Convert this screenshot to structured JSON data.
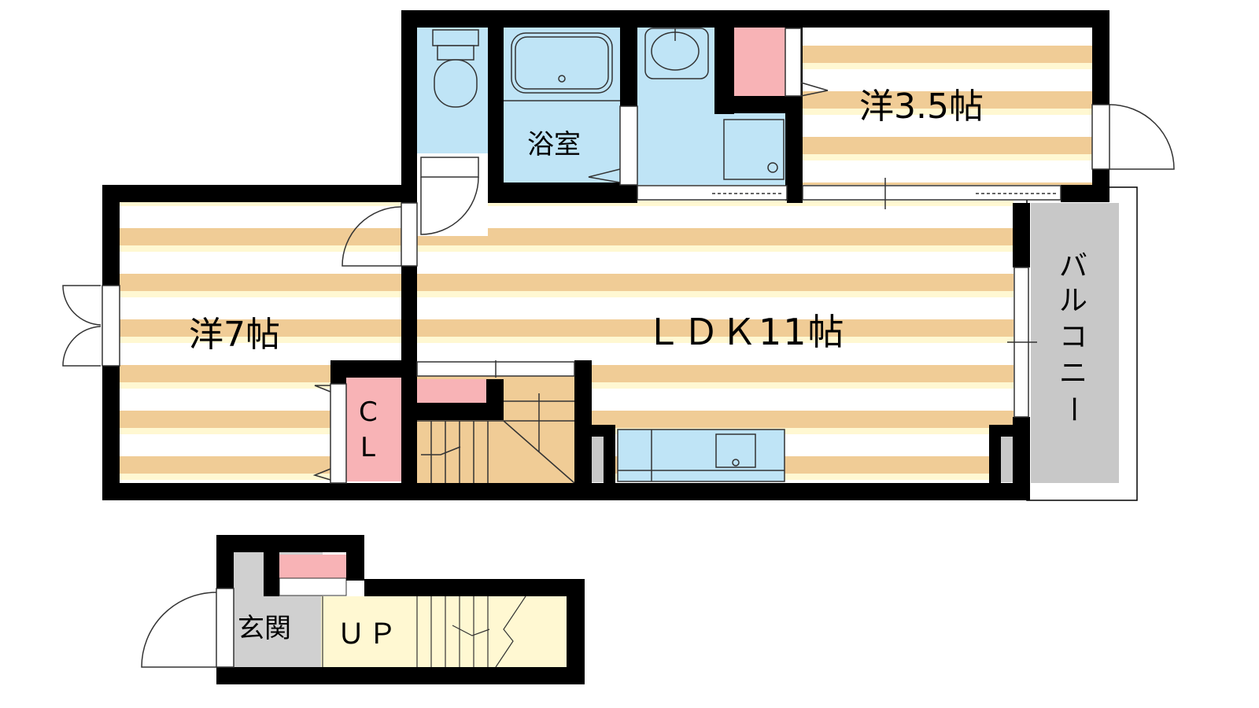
{
  "rooms": {
    "western_7": "洋7帖",
    "western_3_5": "洋3.5帖",
    "ldk": "ＬＤＫ11帖",
    "bath": "浴室",
    "closet_c": "C",
    "closet_l": "L",
    "balcony": [
      "バ",
      "ル",
      "コ",
      "ニ",
      "ー"
    ],
    "entrance": "玄関",
    "stairs_up": "ＵＰ"
  },
  "colors": {
    "wall": "#000000",
    "floor_stripe": "#F0CC96",
    "floor_light": "#FFF8D2",
    "wet_area": "#BFE4F6",
    "storage": "#F8B3B6",
    "balcony": "#C8C8C8",
    "stairs": "#F0CC96",
    "entrance_floor": "#D0D0D0"
  }
}
